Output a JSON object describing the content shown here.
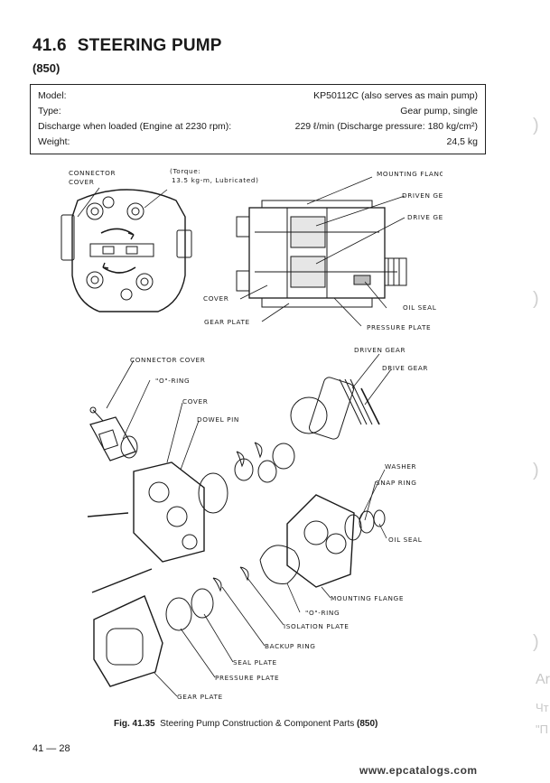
{
  "section": {
    "number": "41.6",
    "title": "STEERING PUMP",
    "model": "(850)"
  },
  "specs": [
    {
      "label": "Model:",
      "value": "KP50112C (also serves as main pump)"
    },
    {
      "label": "Type:",
      "value": "Gear pump, single"
    },
    {
      "label": "Discharge when loaded  (Engine at 2230 rpm):",
      "value": "229 ℓ/min (Discharge pressure:  180 kg/cm²)"
    },
    {
      "label": "Weight:",
      "value": "24,5 kg"
    }
  ],
  "diagram_labels": {
    "connector_cover": "CONNECTOR",
    "connector_cover_2": "COVER",
    "torque_1": "(Torque:",
    "torque_2": "13.5 kg-m, Lubricated)",
    "mounting_flange": "MOUNTING FLANGE",
    "driven_gear": "DRIVEN GEAR",
    "drive_gear": "DRIVE GEAR",
    "cover": "COVER",
    "oil_seal": "OIL SEAL",
    "gear_plate": "GEAR PLATE",
    "pressure_plate": "PRESSURE PLATE",
    "exp_driven_gear": "DRIVEN GEAR",
    "exp_drive_gear": "DRIVE GEAR",
    "exp_connector_cover": "CONNECTOR COVER",
    "exp_o_ring": "\"O\"-RING",
    "exp_cover": "COVER",
    "exp_dowel_pin": "DOWEL PIN",
    "exp_washer": "WASHER",
    "exp_snap_ring": "SNAP RING",
    "exp_oil_seal": "OIL SEAL",
    "exp_mounting_flange": "MOUNTING FLANGE",
    "exp_o_ring_2": "\"O\"-RING",
    "exp_isolation_plate": "ISOLATION PLATE",
    "exp_backup_ring": "BACKUP RING",
    "exp_seal_plate": "SEAL PLATE",
    "exp_pressure_plate": "PRESSURE PLATE",
    "exp_gear_plate": "GEAR PLATE"
  },
  "caption": {
    "fig": "Fig. 41.35",
    "text": "Steering Pump Construction & Component Parts",
    "model": "(850)"
  },
  "page_number": "41 — 28",
  "watermark": "www.epcatalogs.com",
  "edge_text": [
    "Ar",
    "Чт",
    "\"П"
  ]
}
